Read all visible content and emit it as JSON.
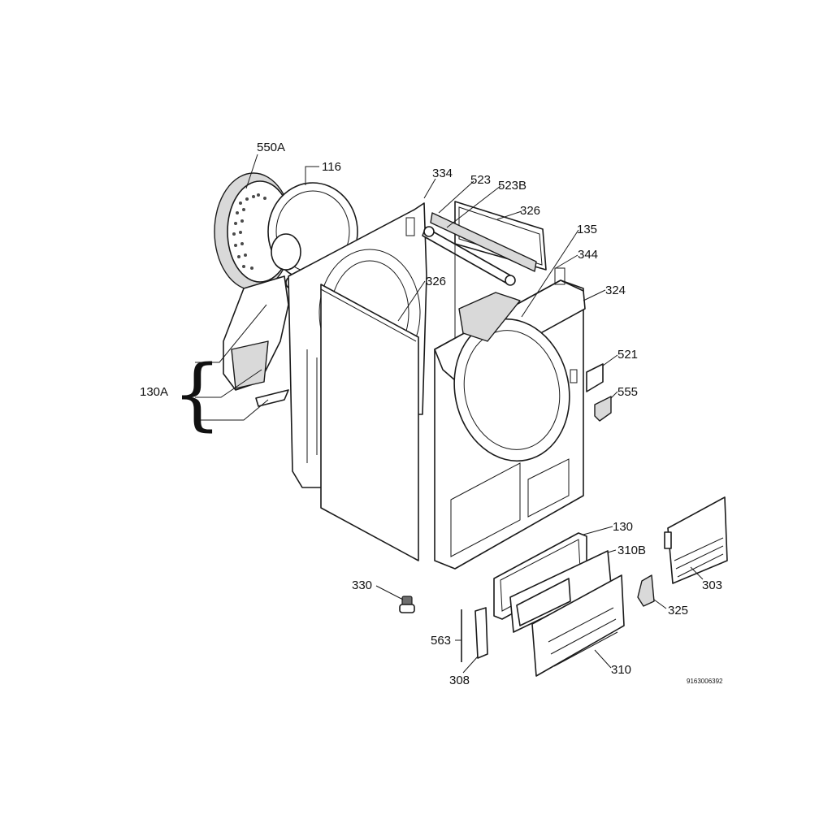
{
  "callouts": {
    "c550A": "550A",
    "c116": "116",
    "c334": "334",
    "c523": "523",
    "c523B": "523B",
    "c326_top": "326",
    "c135": "135",
    "c344": "344",
    "c326_mid": "326",
    "c324": "324",
    "c130A": "130A",
    "c521": "521",
    "c555": "555",
    "c130": "130",
    "c310B": "310B",
    "c330": "330",
    "c303": "303",
    "c325": "325",
    "c563": "563",
    "c308": "308",
    "c310": "310"
  },
  "document_ref": "9163006392",
  "colors": {
    "line": "#1a1a1a",
    "shade": "#d9d9d9",
    "background": "#ffffff"
  }
}
